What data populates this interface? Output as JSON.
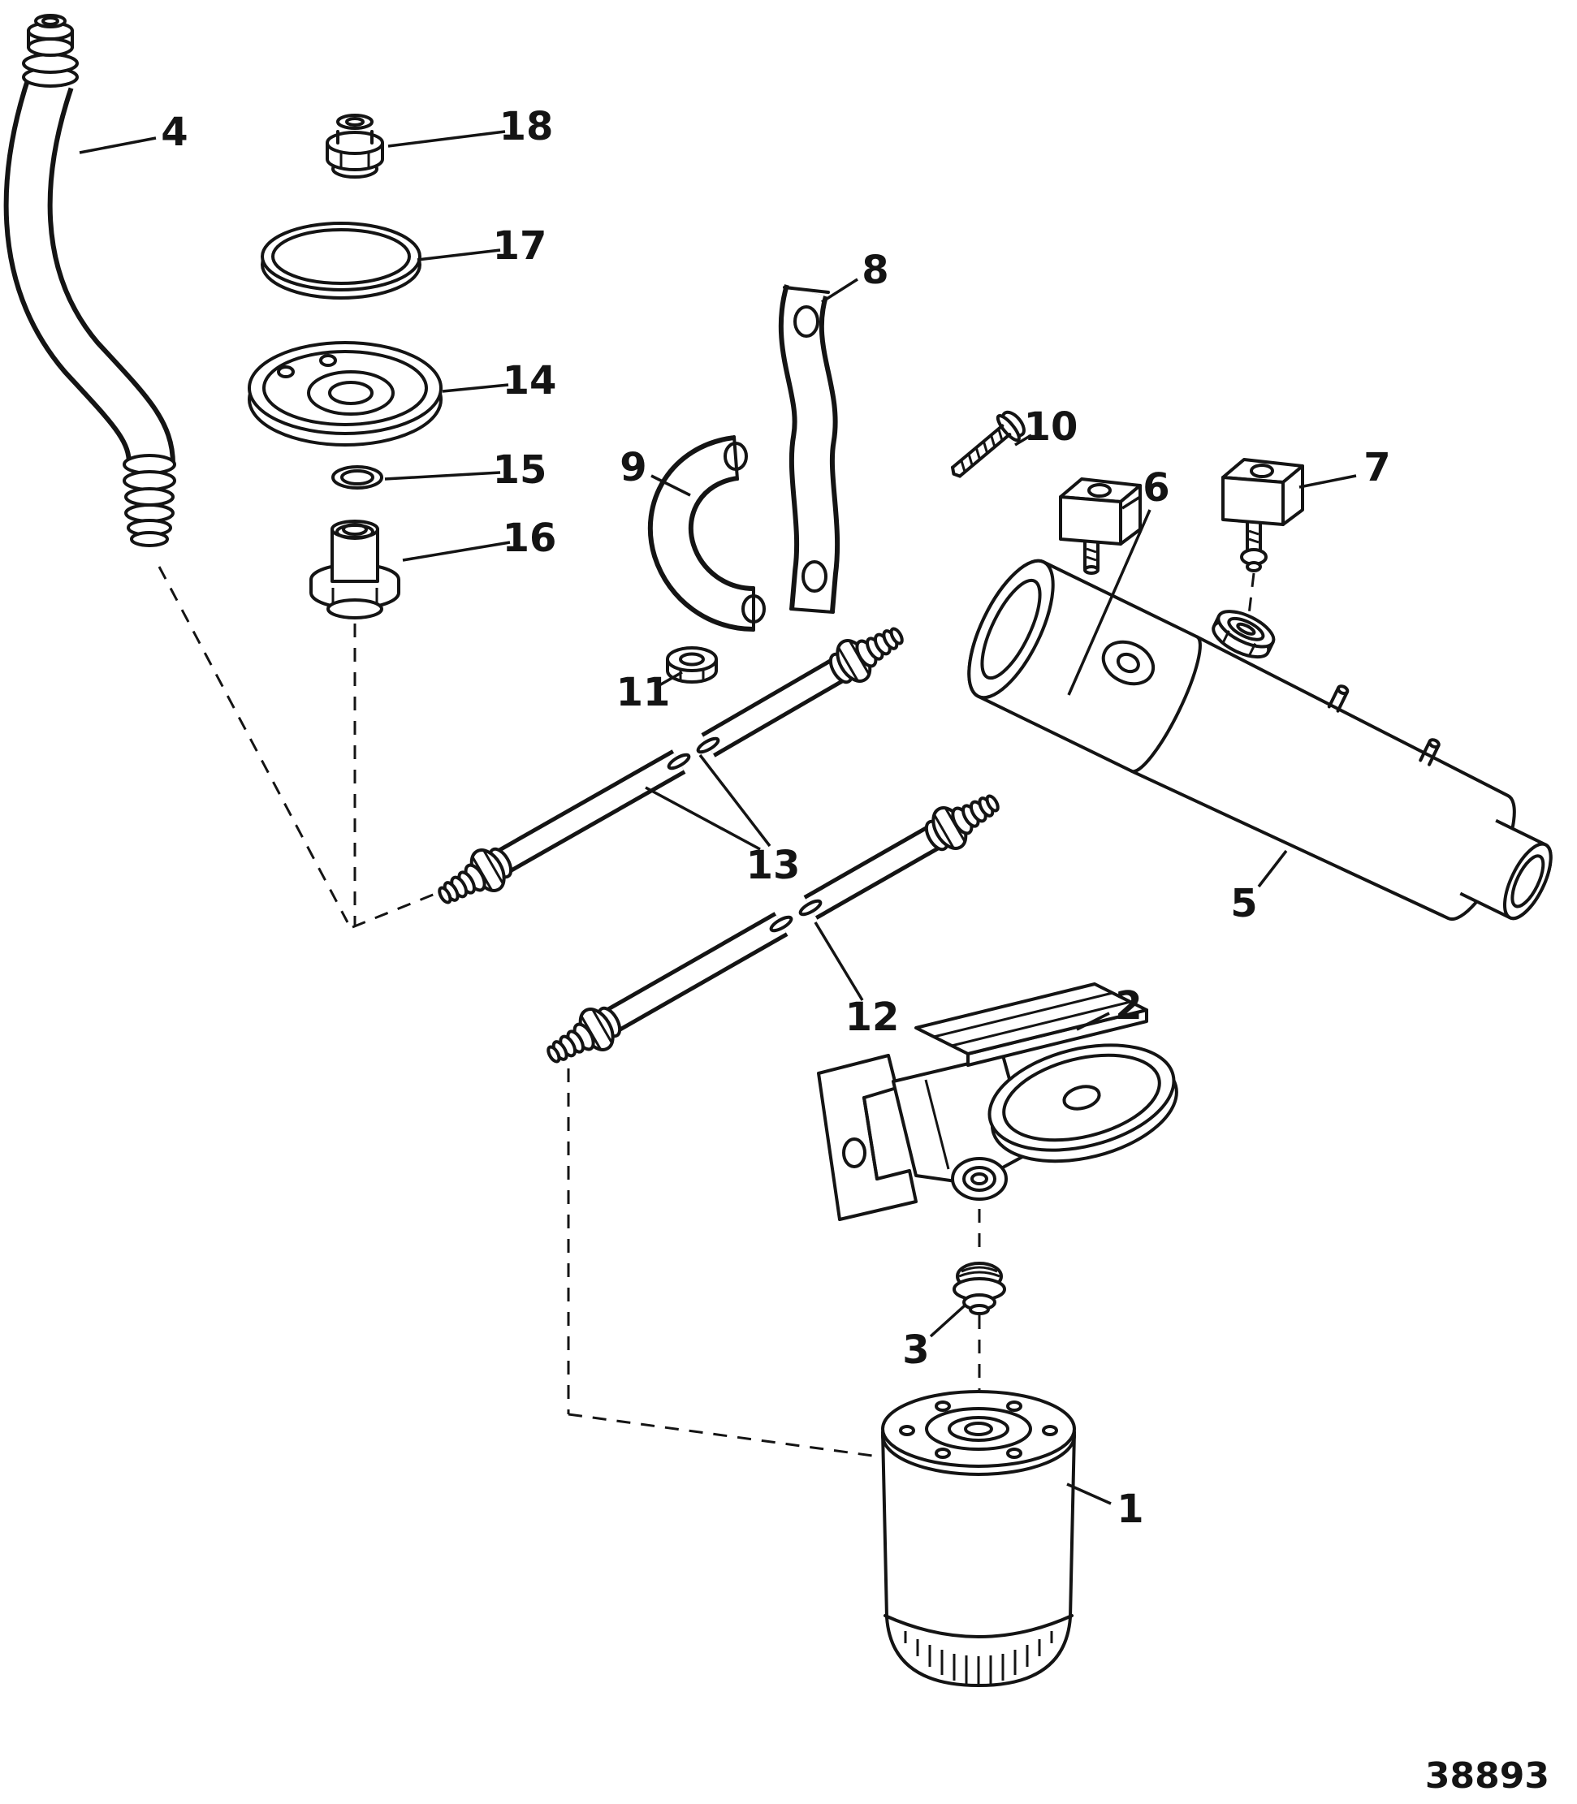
{
  "diagram": {
    "drawing_number": "38893",
    "callouts": {
      "c1": "1",
      "c2": "2",
      "c3": "3",
      "c4": "4",
      "c5": "5",
      "c6": "6",
      "c7": "7",
      "c8": "8",
      "c9": "9",
      "c10": "10",
      "c11": "11",
      "c12": "12",
      "c13": "13",
      "c14": "14",
      "c15": "15",
      "c16": "16",
      "c17": "17",
      "c18": "18"
    }
  }
}
